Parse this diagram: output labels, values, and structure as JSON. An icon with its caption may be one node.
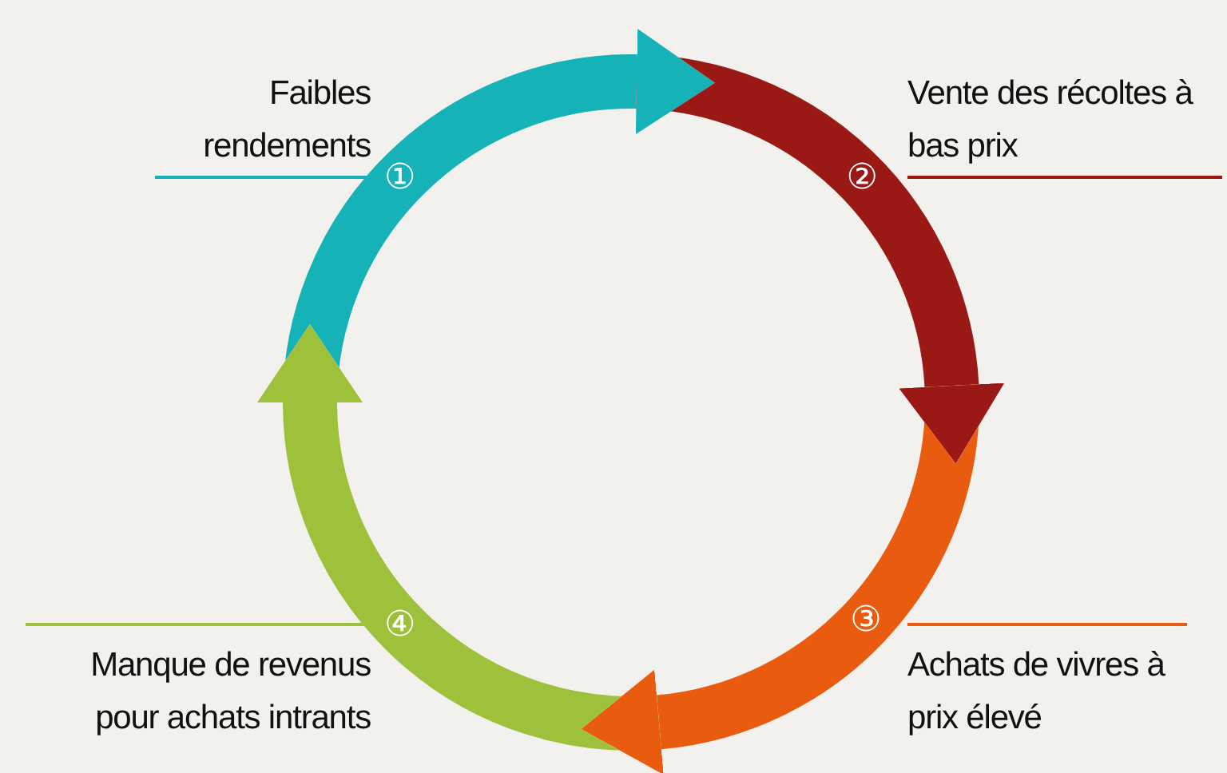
{
  "diagram": {
    "nodes": [
      {
        "text": [
          "Faibles rendements"
        ]
      },
      {
        "text": [
          "Vente des récoltes à bas prix"
        ]
      },
      {
        "text": [
          "Achats de vivres à prix élevé"
        ]
      },
      {
        "text": [
          "Manque de revenus pour achats intrants"
        ]
      }
    ],
    "edges": [
      {
        "from": null,
        "to": 0,
        "arrow": "to",
        "label": "①",
        "color": "#15b3b8"
      },
      {
        "from": null,
        "to": 1,
        "arrow": "to",
        "label": "②",
        "color": "#9a1915"
      },
      {
        "from": null,
        "to": 2,
        "arrow": "to",
        "label": "③",
        "color": "#e95c0f"
      },
      {
        "from": null,
        "to": 3,
        "arrow": "to",
        "label": "④",
        "color": "#9dc13a"
      }
    ]
  }
}
